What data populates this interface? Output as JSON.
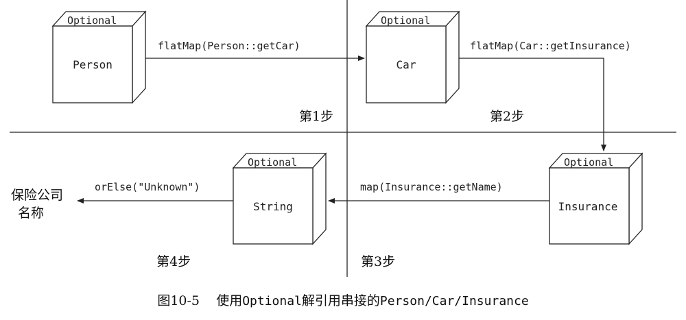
{
  "diagram": {
    "boxes": [
      {
        "id": "person",
        "header": "Optional",
        "label": "Person"
      },
      {
        "id": "car",
        "header": "Optional",
        "label": "Car"
      },
      {
        "id": "insurance",
        "header": "Optional",
        "label": "Insurance"
      },
      {
        "id": "string",
        "header": "Optional",
        "label": "String"
      }
    ],
    "arrows": [
      {
        "id": "flatmap-person",
        "label": "flatMap(Person::getCar)"
      },
      {
        "id": "flatmap-car",
        "label": "flatMap(Car::getInsurance)"
      },
      {
        "id": "map-insurance",
        "label": "map(Insurance::getName)"
      },
      {
        "id": "orelse",
        "label": "orElse(\"Unknown\")"
      }
    ],
    "steps": {
      "step1": "第1步",
      "step2": "第2步",
      "step3": "第3步",
      "step4": "第4步"
    },
    "result_label_line1": "保险公司",
    "result_label_line2": "名称"
  },
  "caption": {
    "figure_no": "图10-5",
    "text_before": "使用",
    "code1": "Optional",
    "text_middle": "解引用串接的",
    "code2": "Person/Car/Insurance"
  }
}
